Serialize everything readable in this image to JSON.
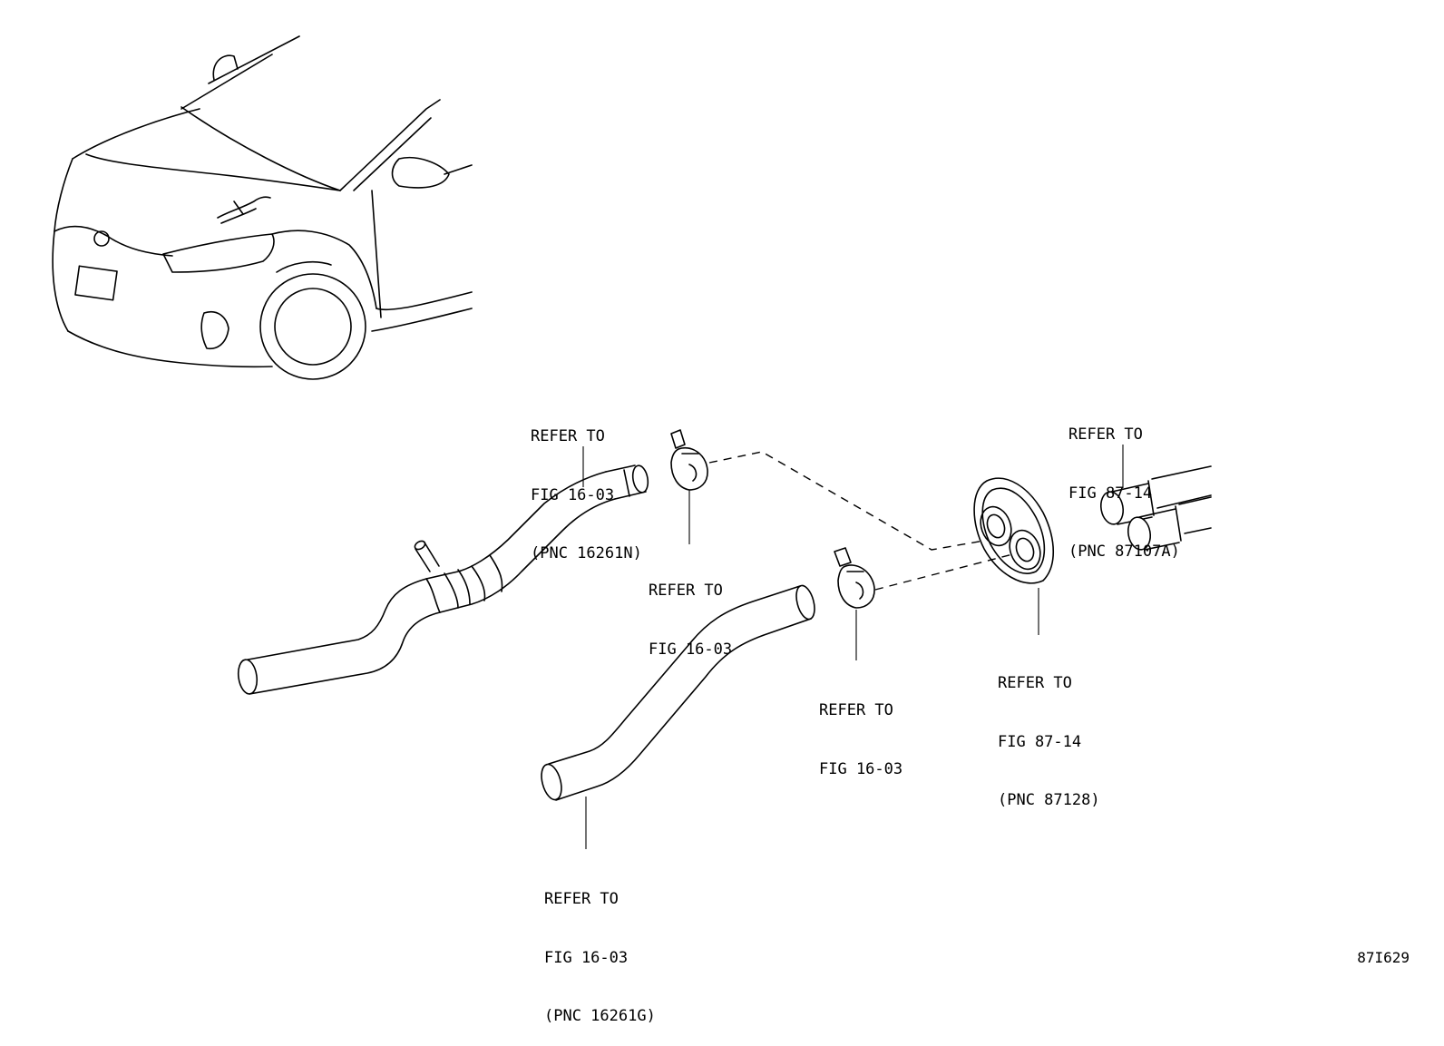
{
  "callouts": {
    "upper_hose": {
      "line1": "REFER TO",
      "line2": "FIG 16-03",
      "line3": "(PNC 16261N)"
    },
    "upper_clamp": {
      "line1": "REFER TO",
      "line2": "FIG 16-03"
    },
    "lower_clamp": {
      "line1": "REFER TO",
      "line2": "FIG 16-03"
    },
    "grommet": {
      "line1": "REFER TO",
      "line2": "FIG 87-14",
      "line3": "(PNC 87128)"
    },
    "heater_pipes": {
      "line1": "REFER TO",
      "line2": "FIG 87-14",
      "line3": "(PNC 87107A)"
    },
    "lower_hose": {
      "line1": "REFER TO",
      "line2": "FIG 16-03",
      "line3": "(PNC 16261G)"
    }
  },
  "diagram_id": "87I629"
}
